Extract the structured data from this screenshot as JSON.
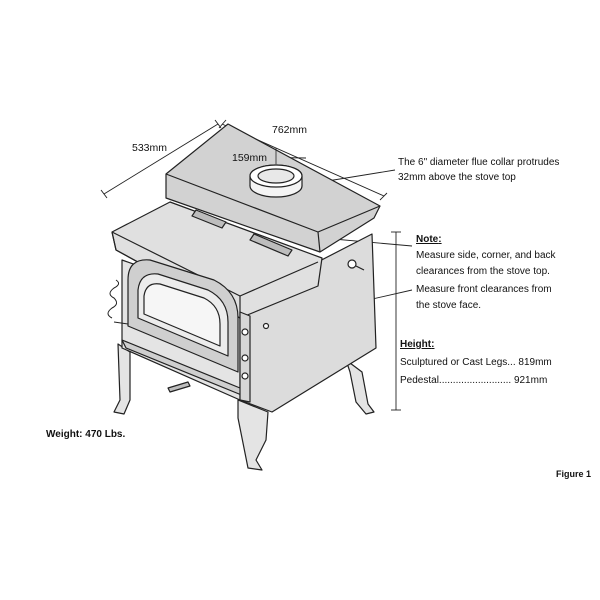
{
  "dimensions": {
    "width_label": "762mm",
    "depth_label": "533mm",
    "collar_label": "159mm"
  },
  "callouts": {
    "flue_line1": "The 6\" diameter flue collar protrudes",
    "flue_line2": "32mm above the stove top"
  },
  "note": {
    "heading": "Note",
    "line1": "Measure side, corner, and back",
    "line2": "clearances from the stove top.",
    "line3": "Measure front clearances from",
    "line4": "the stove face."
  },
  "height": {
    "heading": "Height",
    "row1_label": "Sculptured or Cast Legs...",
    "row1_value": "819mm",
    "row2_label": "Pedestal..........................",
    "row2_value": "921mm"
  },
  "weight_label": "Weight: 470 Lbs.",
  "figure_label": "Figure 1",
  "colors": {
    "stove_fill": "#e4e4e4",
    "stove_top_fill": "#d2d2d2",
    "outline": "#222222",
    "door_fill": "#ececec"
  }
}
